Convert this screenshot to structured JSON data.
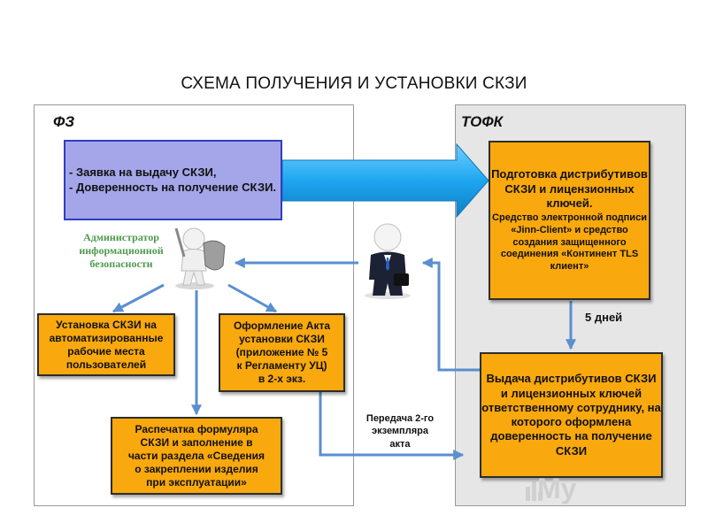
{
  "title": "СХЕМА ПОЛУЧЕНИЯ И УСТАНОВКИ СКЗИ",
  "panels": {
    "left_label": "ФЗ",
    "right_label": "ТОФК"
  },
  "request_box": {
    "text": "- Заявка на выдачу СКЗИ,\n- Доверенность на получение СКЗИ."
  },
  "tofk_prep": {
    "title": "Подготовка дистрибутивов СКЗИ и лицензионных ключей.",
    "subtitle": "Средство электронной подписи «Jinn-Client» и средство создания защищенного соединения «Континент TLS клиент»"
  },
  "issue_box": {
    "text": "Выдача дистрибутивов СКЗИ и лицензионных ключей ответственному сотруднику, на которого оформлена доверенность на получение СКЗИ"
  },
  "install_box": {
    "text": "Установка СКЗИ на\nавтоматизированные\nрабочие места\nпользователей"
  },
  "act_box": {
    "text": "Оформление Акта\nустановки СКЗИ\n(приложение № 5\nк Регламенту УЦ)\nв 2-х экз."
  },
  "print_box": {
    "text": "Распечатка формуляра\nСКЗИ и заполнение в\nчасти раздела «Сведения\nо закреплении изделия\nпри эксплуатации»"
  },
  "days_label": "5 дней",
  "transfer_label": "Передача 2-го\nэкземпляра\nакта",
  "admin_label": "Администратор\nинформационной\nбезопасности",
  "watermark": "My",
  "colors": {
    "orange": "#f9a80d",
    "request_fill": "#a5a5e9",
    "request_border": "#2d3fbf",
    "big_arrow": "#1ea6f0",
    "connector": "#5a8fd0",
    "admin_text": "#4e9a4e"
  },
  "icons": [
    "admin-figure-icon",
    "courier-figure-icon",
    "watermark-logo-icon"
  ]
}
